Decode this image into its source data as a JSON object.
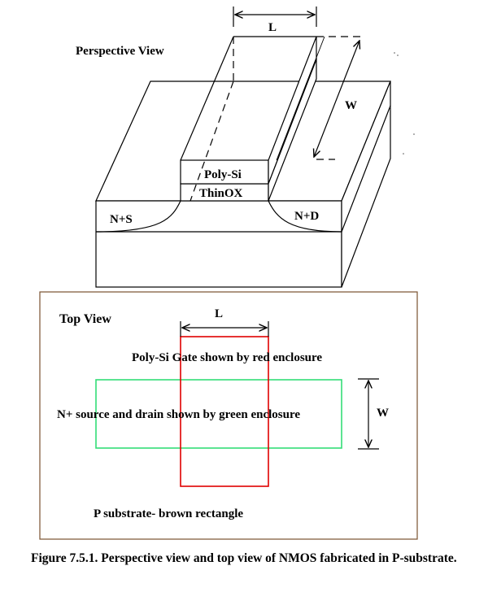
{
  "perspective": {
    "title": "Perspective View",
    "length_label": "L",
    "width_label": "W",
    "poly_label": "Poly-Si",
    "oxide_label": "ThinOX",
    "source_label": "N+S",
    "drain_label": "N+D"
  },
  "top_view": {
    "title": "Top View",
    "length_label": "L",
    "width_label": "W",
    "gate_note": "Poly-Si Gate shown by red enclosure",
    "sd_note": "N+ source and drain shown by green enclosure",
    "substrate_note": "P substrate- brown rectangle",
    "colors": {
      "gate": "#e00000",
      "source_drain": "#33dd77",
      "substrate": "#7a5230"
    }
  },
  "caption": "Figure 7.5.1. Perspective view and top view of NMOS fabricated in P-substrate."
}
